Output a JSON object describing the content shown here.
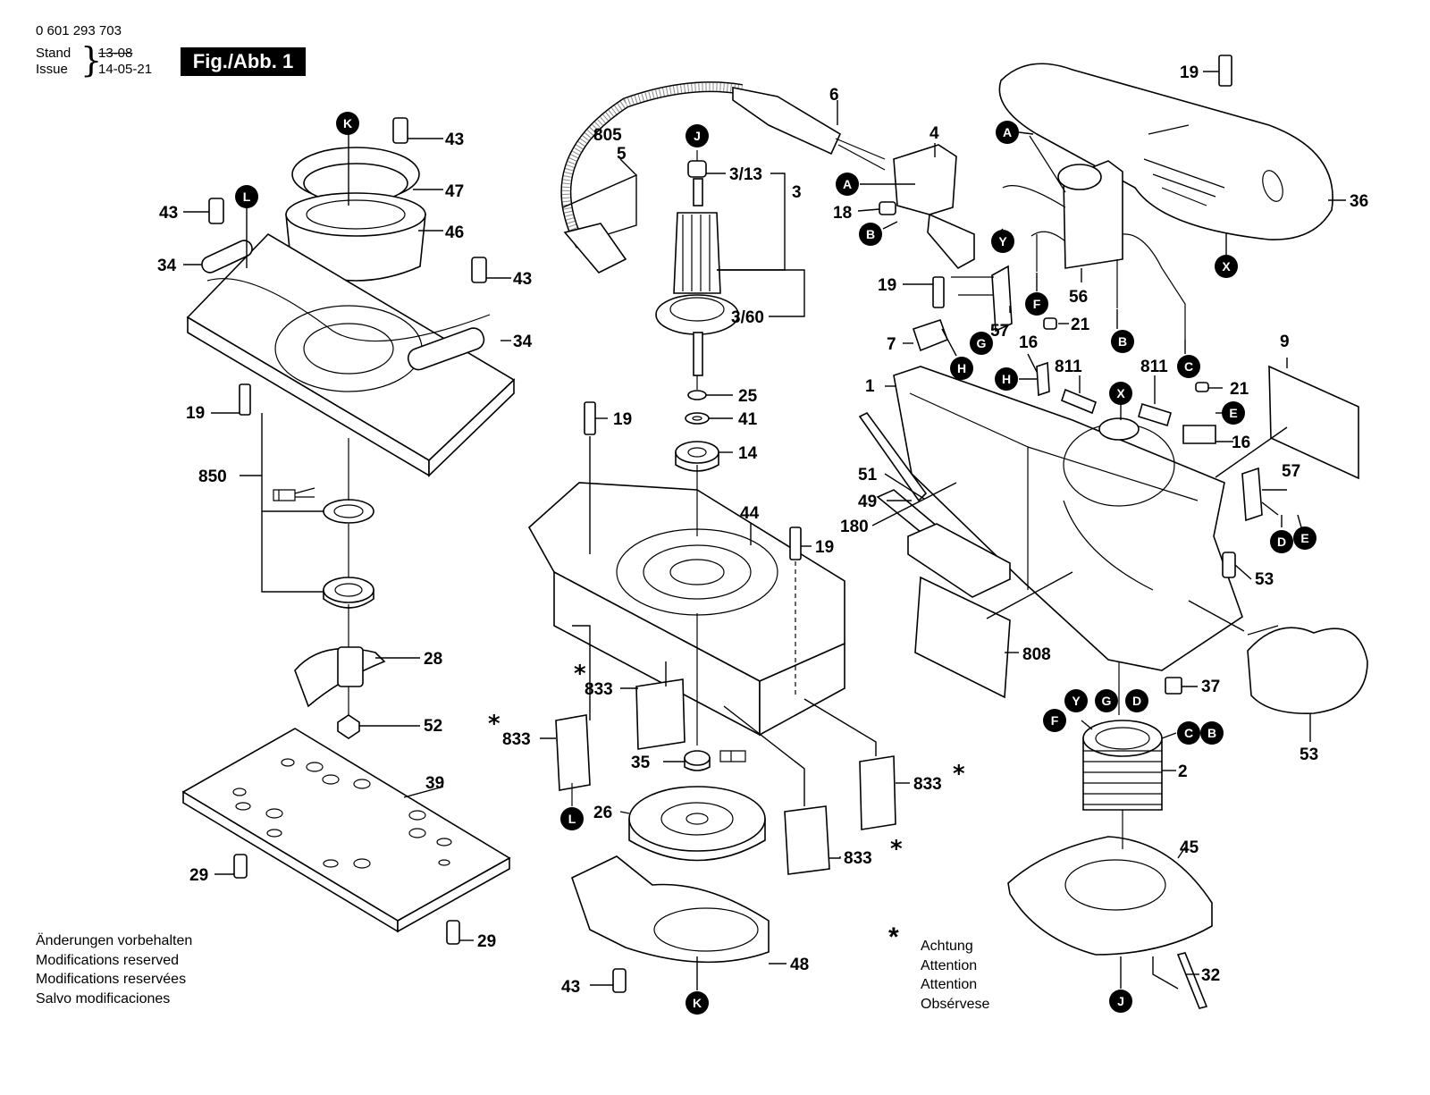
{
  "header": {
    "drawing_number": "0 601 293 703",
    "stand_label": "Stand",
    "issue_label": "Issue",
    "stand_date": "13-08",
    "issue_date": "14-05-21",
    "figure_label": "Fig./Abb. 1"
  },
  "notes": {
    "modifications": [
      "Änderungen vorbehalten",
      "Modifications reserved",
      "Modifications reservées",
      "Salvo modificaciones"
    ],
    "attention_symbol": "*",
    "attention": [
      "Achtung",
      "Attention",
      "Attention",
      "Obsérvese"
    ]
  },
  "callouts": [
    {
      "id": "c43a",
      "label": "43"
    },
    {
      "id": "c47",
      "label": "47"
    },
    {
      "id": "c43b",
      "label": "43"
    },
    {
      "id": "c46",
      "label": "46"
    },
    {
      "id": "c34a",
      "label": "34"
    },
    {
      "id": "c43c",
      "label": "43"
    },
    {
      "id": "c34b",
      "label": "34"
    },
    {
      "id": "c19a",
      "label": "19"
    },
    {
      "id": "c850",
      "label": "850"
    },
    {
      "id": "c28",
      "label": "28"
    },
    {
      "id": "c52",
      "label": "52"
    },
    {
      "id": "c39",
      "label": "39"
    },
    {
      "id": "c29a",
      "label": "29"
    },
    {
      "id": "c29b",
      "label": "29"
    },
    {
      "id": "c805",
      "label": "805"
    },
    {
      "id": "c5",
      "label": "5"
    },
    {
      "id": "c6",
      "label": "6"
    },
    {
      "id": "c313",
      "label": "3/13"
    },
    {
      "id": "c3",
      "label": "3"
    },
    {
      "id": "c360",
      "label": "3/60"
    },
    {
      "id": "c25",
      "label": "25"
    },
    {
      "id": "c41",
      "label": "41"
    },
    {
      "id": "c14",
      "label": "14"
    },
    {
      "id": "c19b",
      "label": "19"
    },
    {
      "id": "c44",
      "label": "44"
    },
    {
      "id": "c19c",
      "label": "19"
    },
    {
      "id": "c833a",
      "label": "833"
    },
    {
      "id": "c833b",
      "label": "833"
    },
    {
      "id": "c35",
      "label": "35"
    },
    {
      "id": "c26",
      "label": "26"
    },
    {
      "id": "c833c",
      "label": "833"
    },
    {
      "id": "c833d",
      "label": "833"
    },
    {
      "id": "c43d",
      "label": "43"
    },
    {
      "id": "c48",
      "label": "48"
    },
    {
      "id": "c4",
      "label": "4"
    },
    {
      "id": "c18",
      "label": "18"
    },
    {
      "id": "c19d",
      "label": "19"
    },
    {
      "id": "c36",
      "label": "36"
    },
    {
      "id": "c19e",
      "label": "19"
    },
    {
      "id": "c56",
      "label": "56"
    },
    {
      "id": "c57a",
      "label": "57"
    },
    {
      "id": "c21a",
      "label": "21"
    },
    {
      "id": "c7",
      "label": "7"
    },
    {
      "id": "c16a",
      "label": "16"
    },
    {
      "id": "c811a",
      "label": "811"
    },
    {
      "id": "c811b",
      "label": "811"
    },
    {
      "id": "c21b",
      "label": "21"
    },
    {
      "id": "c9",
      "label": "9"
    },
    {
      "id": "c1",
      "label": "1"
    },
    {
      "id": "c16b",
      "label": "16"
    },
    {
      "id": "c57b",
      "label": "57"
    },
    {
      "id": "c51",
      "label": "51"
    },
    {
      "id": "c49",
      "label": "49"
    },
    {
      "id": "c180",
      "label": "180"
    },
    {
      "id": "c53a",
      "label": "53"
    },
    {
      "id": "c808",
      "label": "808"
    },
    {
      "id": "c37",
      "label": "37"
    },
    {
      "id": "c53b",
      "label": "53"
    },
    {
      "id": "c2",
      "label": "2"
    },
    {
      "id": "c45",
      "label": "45"
    },
    {
      "id": "c32",
      "label": "32"
    }
  ],
  "markers": [
    {
      "id": "mK1",
      "label": "K"
    },
    {
      "id": "mL1",
      "label": "L"
    },
    {
      "id": "mJ1",
      "label": "J"
    },
    {
      "id": "mA1",
      "label": "A"
    },
    {
      "id": "mA2",
      "label": "A"
    },
    {
      "id": "mB1",
      "label": "B"
    },
    {
      "id": "mY1",
      "label": "Y"
    },
    {
      "id": "mX1",
      "label": "X"
    },
    {
      "id": "mF1",
      "label": "F"
    },
    {
      "id": "mG1",
      "label": "G"
    },
    {
      "id": "mH1",
      "label": "H"
    },
    {
      "id": "mB2",
      "label": "B"
    },
    {
      "id": "mC1",
      "label": "C"
    },
    {
      "id": "mH2",
      "label": "H"
    },
    {
      "id": "mX2",
      "label": "X"
    },
    {
      "id": "mE1",
      "label": "E"
    },
    {
      "id": "mD1",
      "label": "D"
    },
    {
      "id": "mE2",
      "label": "E"
    },
    {
      "id": "mY2",
      "label": "Y"
    },
    {
      "id": "mG2",
      "label": "G"
    },
    {
      "id": "mD2",
      "label": "D"
    },
    {
      "id": "mF2",
      "label": "F"
    },
    {
      "id": "mC2",
      "label": "C"
    },
    {
      "id": "mB3",
      "label": "B"
    },
    {
      "id": "mL2",
      "label": "L"
    },
    {
      "id": "mK2",
      "label": "K"
    },
    {
      "id": "mJ2",
      "label": "J"
    }
  ]
}
